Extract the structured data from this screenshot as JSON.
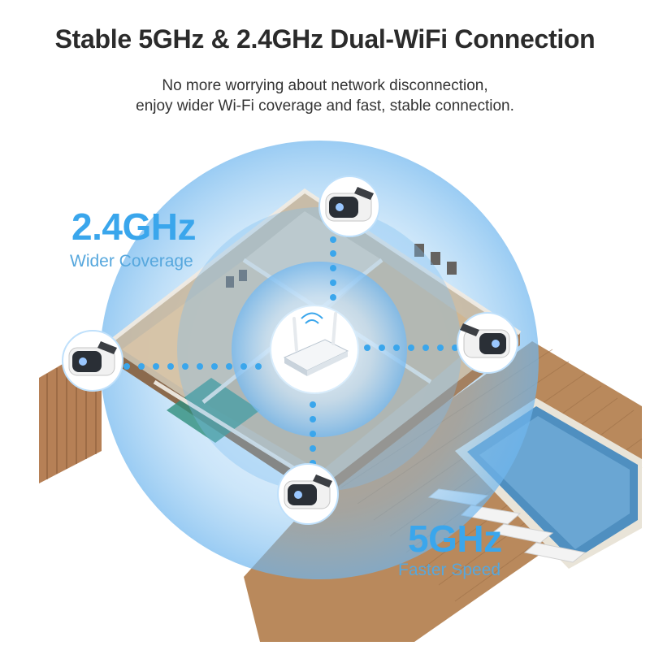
{
  "header": {
    "title": "Stable 5GHz & 2.4GHz Dual-WiFi Connection",
    "subtitle_line1": "No more worrying about network disconnection,",
    "subtitle_line2": "enjoy wider Wi-Fi coverage and fast, stable connection."
  },
  "bands": {
    "band_24": {
      "name": "2.4GHz",
      "label": "Wider Coverage"
    },
    "band_5": {
      "name": "5GHz",
      "label": "Faster Speed"
    }
  },
  "colors": {
    "accent_blue": "#3aa6ec",
    "coverage_blue": "#6fb6ee",
    "wood": "#b9895c",
    "pool": "#4f8fc0",
    "title_text": "#2b2b2b"
  },
  "icons": [
    "router-icon",
    "camera-icon"
  ]
}
